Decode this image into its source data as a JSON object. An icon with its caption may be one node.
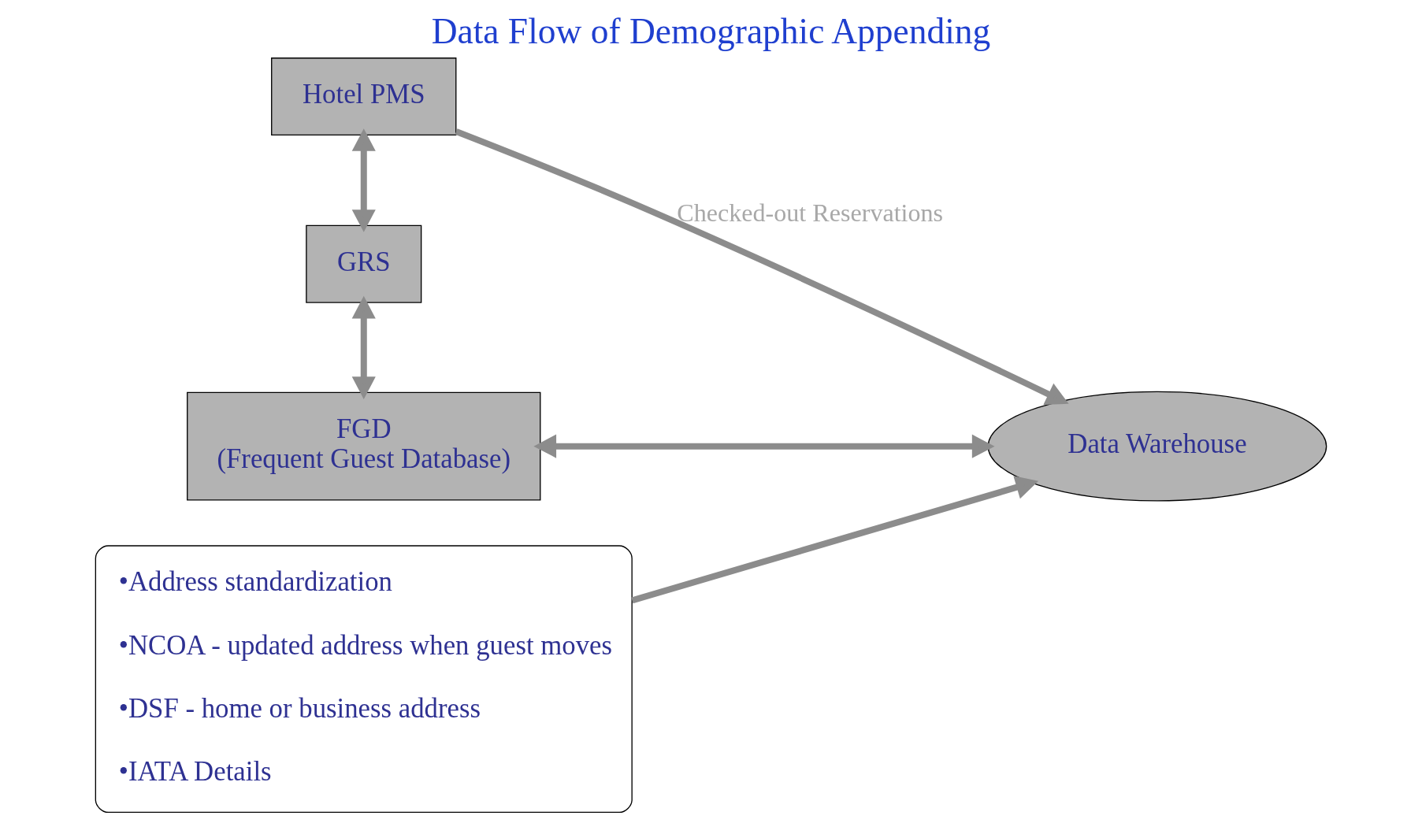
{
  "diagram": {
    "title": "Data Flow of Demographic Appending",
    "nodes": [
      {
        "text": [
          "Hotel PMS"
        ]
      },
      {
        "text": [
          "GRS"
        ]
      },
      {
        "text": [
          "FGD",
          "(Frequent Guest Database)"
        ]
      },
      {
        "text": [
          "Data Warehouse"
        ]
      },
      {
        "text": [
          "•Address standardization",
          "•NCOA - updated address when guest moves",
          "•DSF - home or business address",
          "•IATA Details"
        ]
      }
    ],
    "edges": [
      {
        "from": 0,
        "to": 1,
        "arrow": "both"
      },
      {
        "from": 1,
        "to": 2,
        "arrow": "both"
      },
      {
        "from": 2,
        "to": 3,
        "arrow": "both"
      },
      {
        "from": 0,
        "to": 3,
        "arrow": "to",
        "label": "Checked-out Reservations"
      },
      {
        "from": 4,
        "to": 3,
        "arrow": "to"
      }
    ]
  }
}
